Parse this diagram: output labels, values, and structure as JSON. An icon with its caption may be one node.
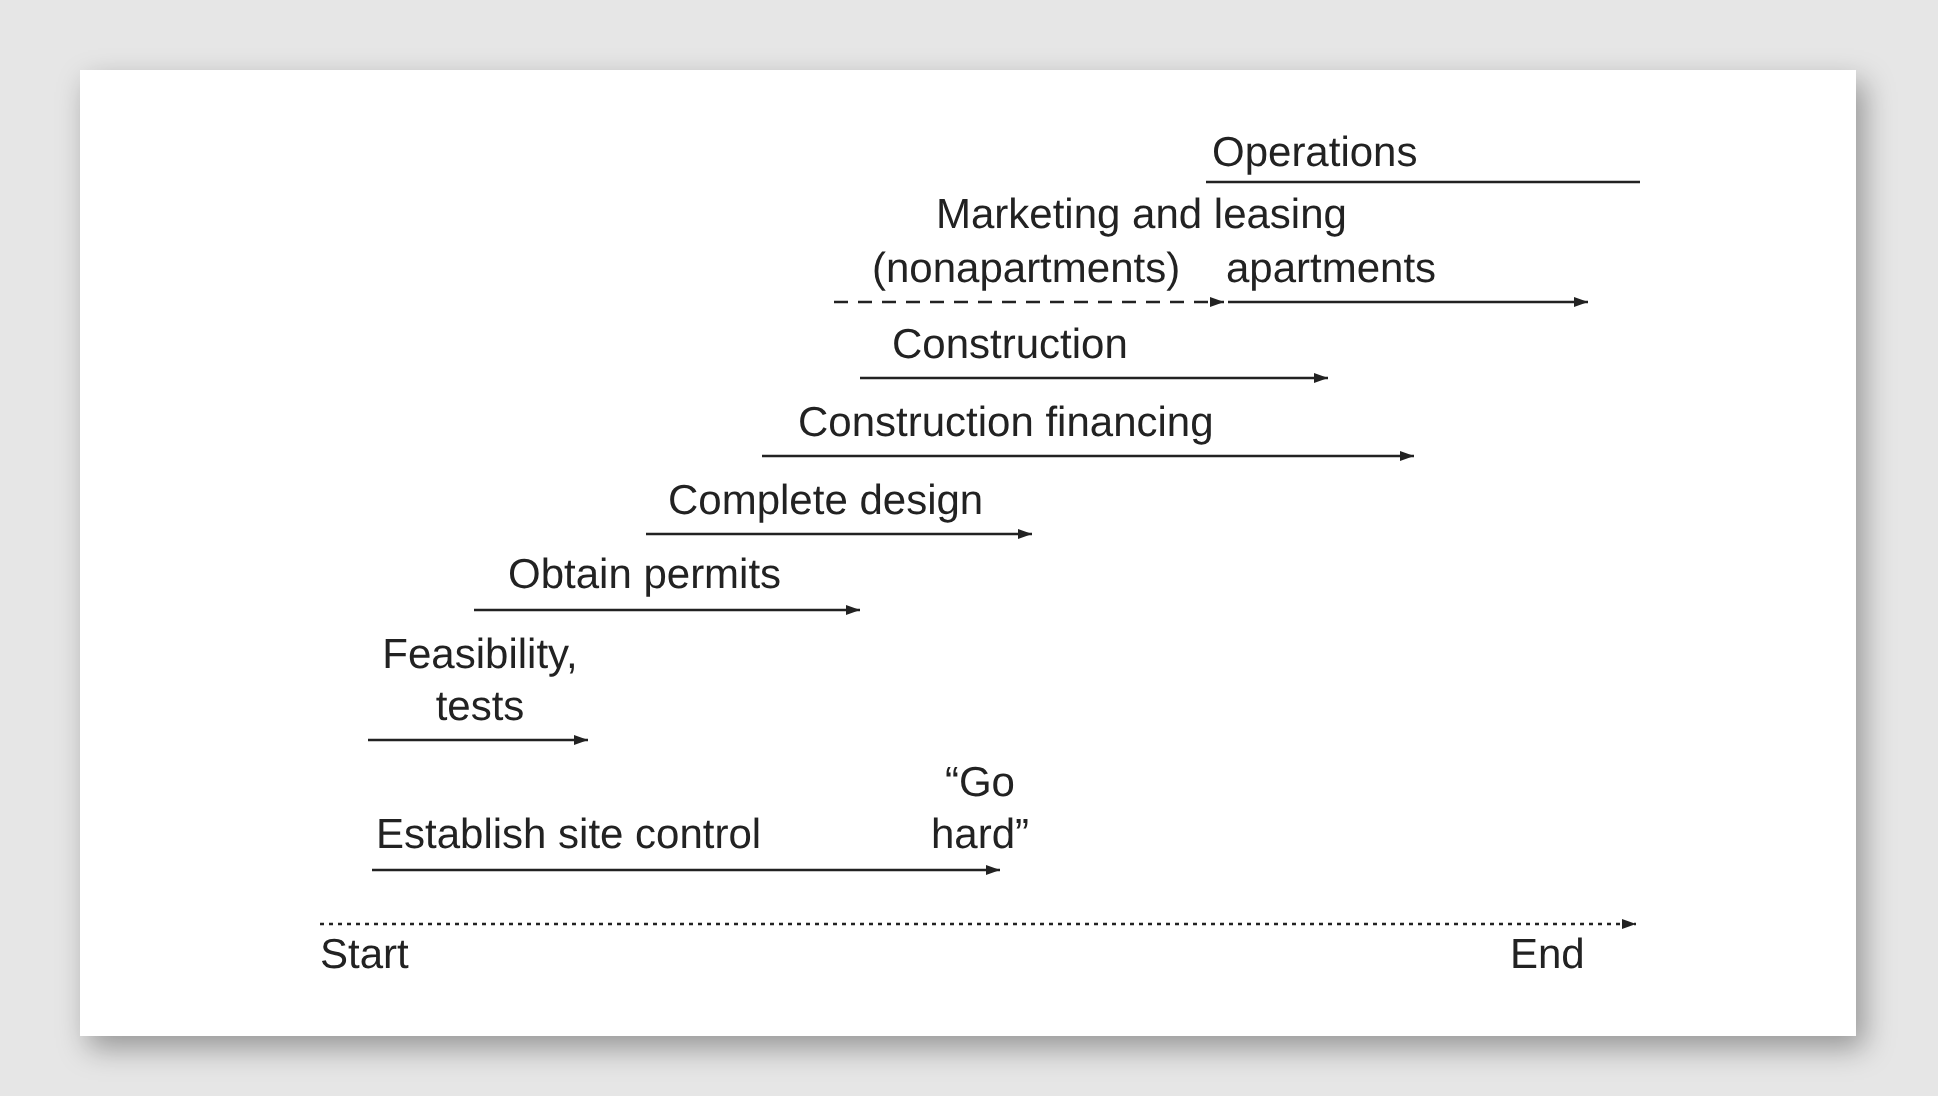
{
  "diagram": {
    "nodes": [
      {
        "text": [],
        "shape": "line",
        "beside": [
          "Operations"
        ]
      },
      {
        "text": [],
        "shape": "arrow",
        "beside": [
          "Marketing and leasing",
          "(nonapartments)",
          "apartments"
        ]
      },
      {
        "text": [],
        "shape": "arrow",
        "beside": [
          "Construction"
        ]
      },
      {
        "text": [],
        "shape": "arrow",
        "beside": [
          "Construction financing"
        ]
      },
      {
        "text": [],
        "shape": "arrow",
        "beside": [
          "Complete design"
        ]
      },
      {
        "text": [],
        "shape": "arrow",
        "beside": [
          "Obtain permits"
        ]
      },
      {
        "text": [],
        "shape": "arrow",
        "beside": [
          "Feasibility, tests"
        ]
      },
      {
        "text": [],
        "shape": "arrow",
        "beside": [
          "Establish site control"
        ]
      }
    ],
    "labels": [
      "“Go hard”",
      "Start",
      "End"
    ]
  }
}
